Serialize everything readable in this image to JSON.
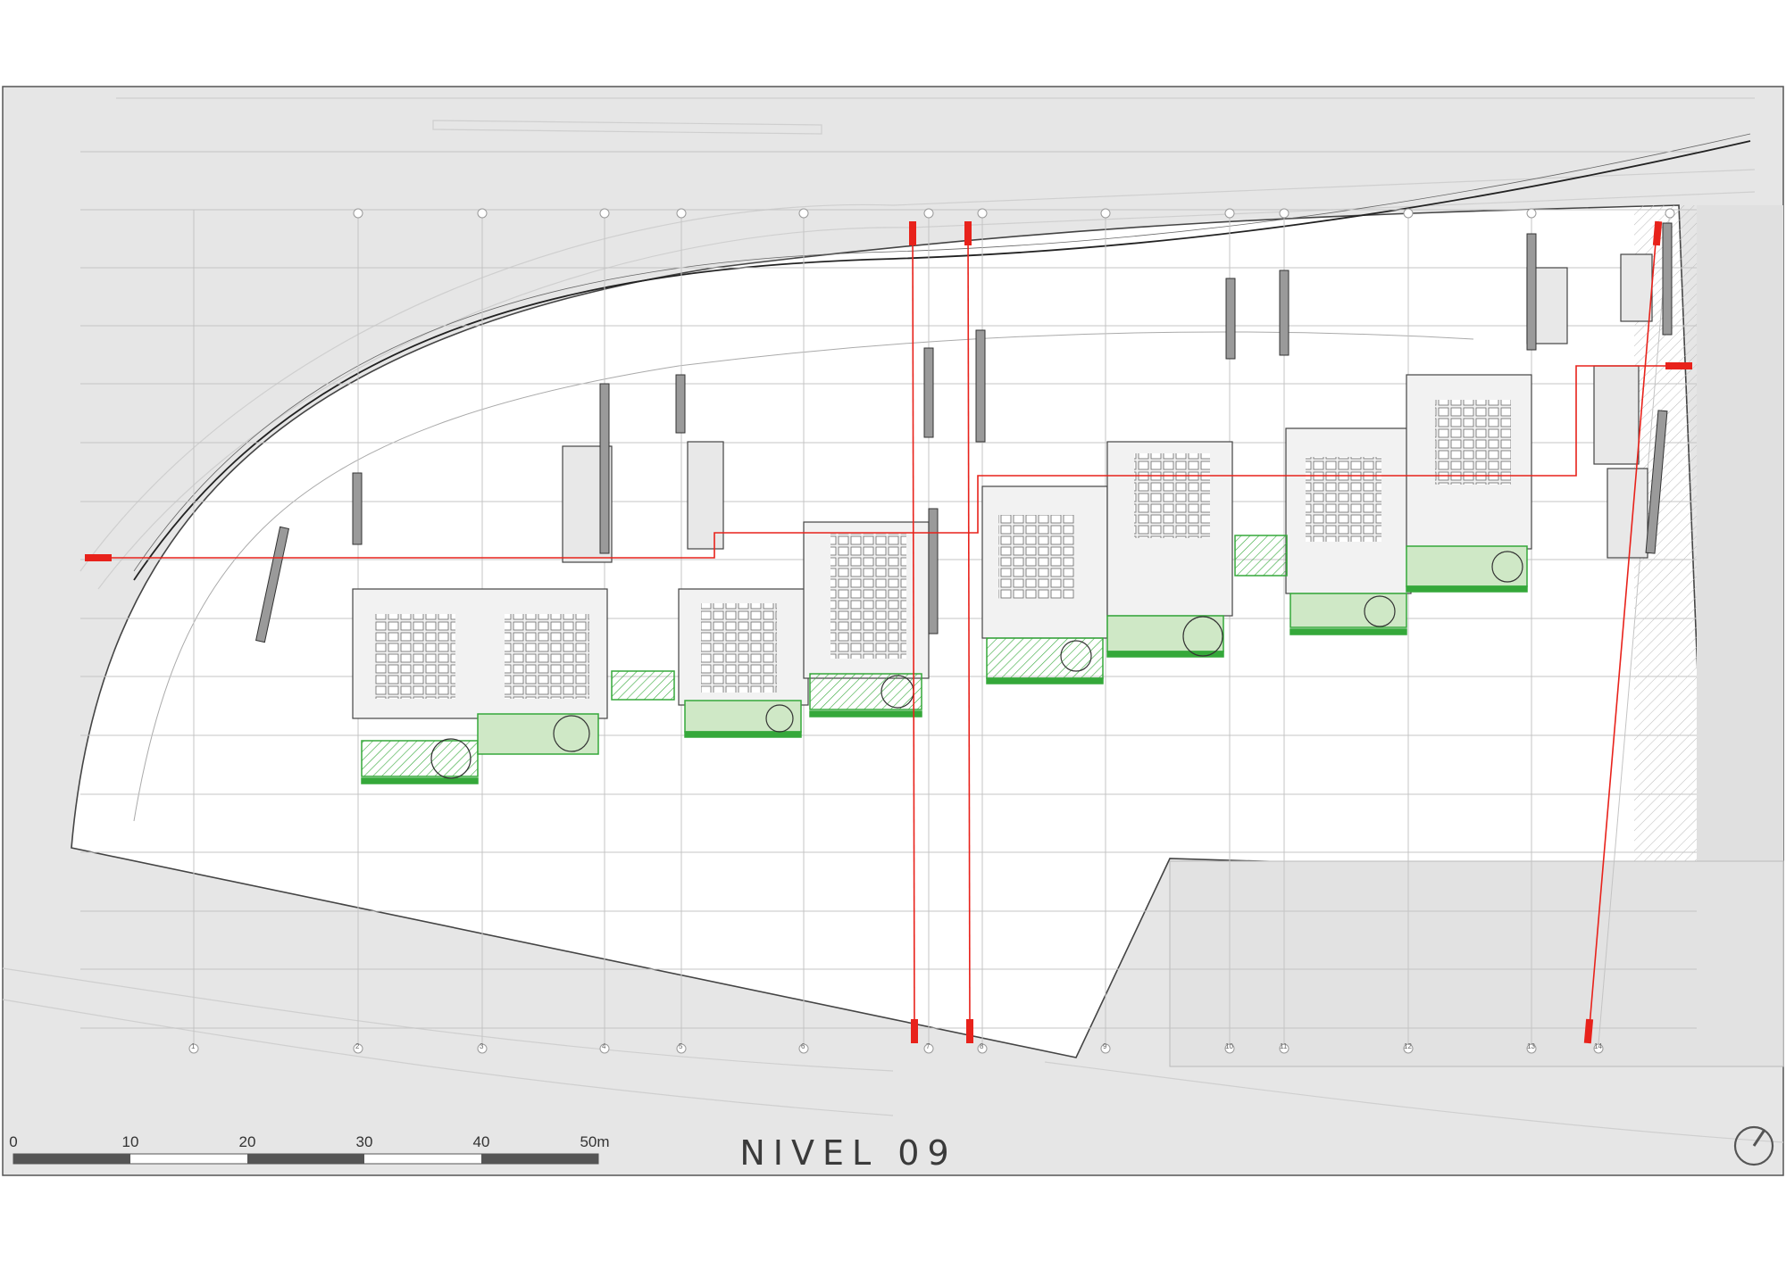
{
  "drawing": {
    "title": "NIVEL 09",
    "scale_bar": {
      "labels": [
        "0",
        "10",
        "20",
        "30",
        "40",
        "50m"
      ]
    },
    "grid_labels_x": [
      "1",
      "2",
      "3",
      "4",
      "5",
      "6",
      "7",
      "8",
      "9",
      "10",
      "11",
      "12",
      "13",
      "14"
    ],
    "north_arrow": "north-arrow-icon",
    "colors": {
      "section_line": "#e8221b",
      "garden": "#35a83a",
      "garden_light": "#cfe8c6",
      "ground": "#e6e6e6",
      "building": "#ffffff",
      "wall": "#9a9a9a"
    }
  }
}
